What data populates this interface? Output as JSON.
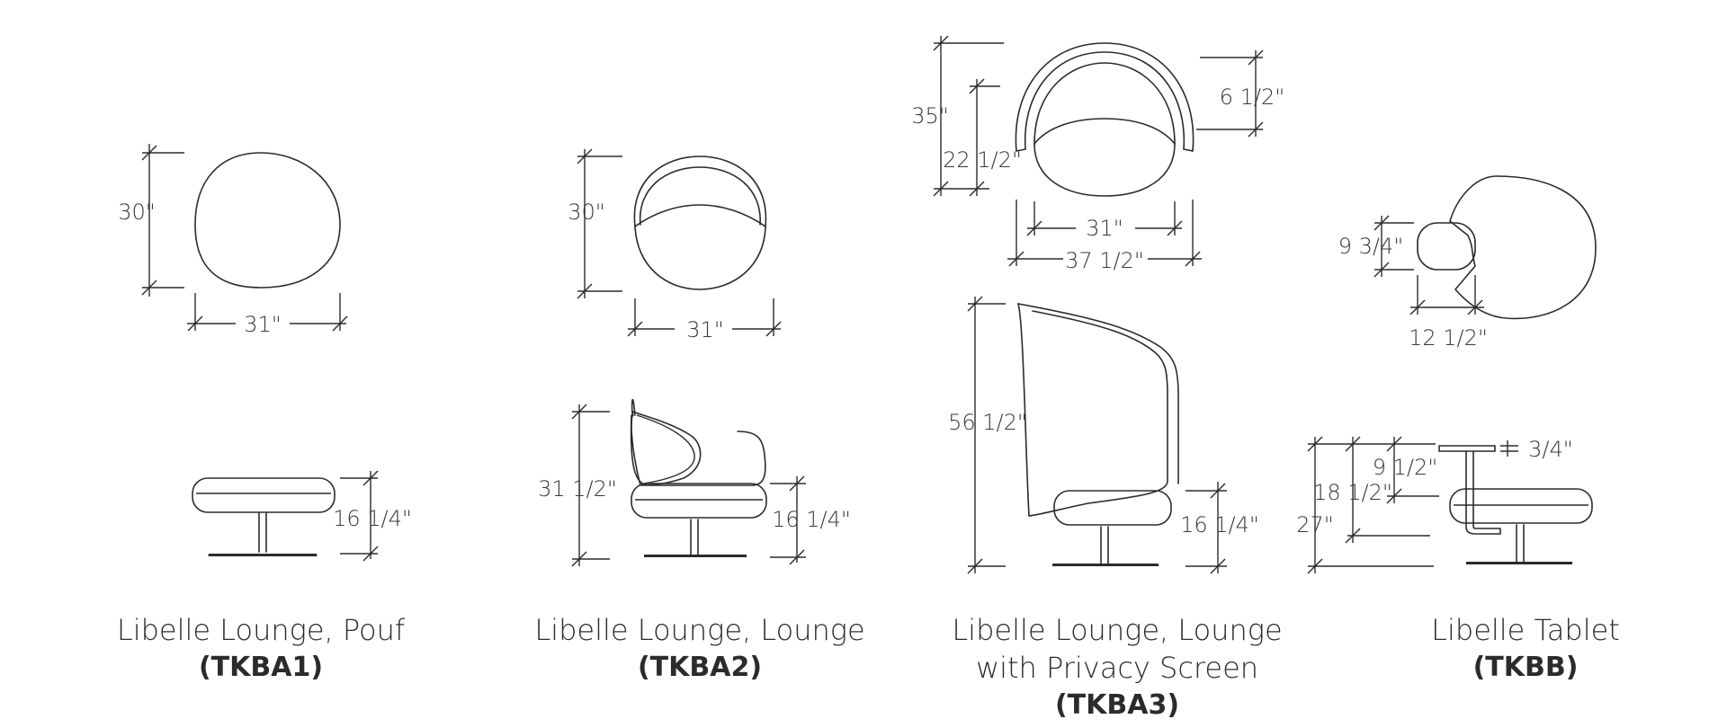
{
  "products": [
    {
      "id": "pouf",
      "name_lines": [
        "Libelle Lounge, Pouf"
      ],
      "code": "(TKBA1)",
      "dims": {
        "plan_depth": "30\"",
        "plan_width": "31\"",
        "side_height": "16 1/4\""
      }
    },
    {
      "id": "lounge",
      "name_lines": [
        "Libelle Lounge, Lounge"
      ],
      "code": "(TKBA2)",
      "dims": {
        "plan_depth": "30\"",
        "plan_width": "31\"",
        "side_back_height": "31 1/2\"",
        "side_seat_height": "16 1/4\""
      }
    },
    {
      "id": "privacy",
      "name_lines": [
        "Libelle Lounge, Lounge",
        "with Privacy Screen"
      ],
      "code": "(TKBA3)",
      "dims": {
        "plan_depth_overall": "35\"",
        "plan_depth_seat": "22 1/2\"",
        "screen_thickness": "6 1/2\"",
        "seat_width": "31\"",
        "overall_width": "37 1/2\"",
        "side_height": "56 1/2\"",
        "side_seat_height": "16 1/4\""
      }
    },
    {
      "id": "tablet",
      "name_lines": [
        "Libelle Tablet"
      ],
      "code": "(TKBB)",
      "dims": {
        "tablet_depth": "9 3/4\"",
        "tablet_width": "12 1/2\"",
        "tablet_thickness": "3/4\"",
        "tablet_height": "27\"",
        "arm_height": "18 1/2\"",
        "offset": "9 1/2\""
      }
    }
  ]
}
